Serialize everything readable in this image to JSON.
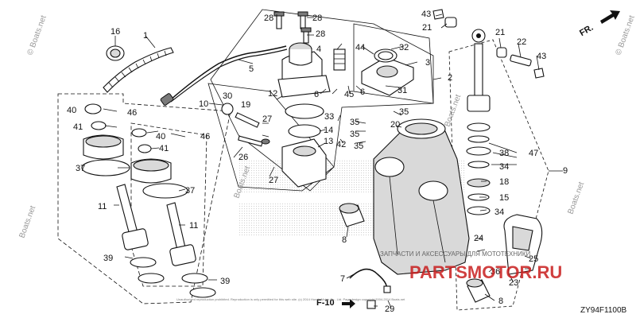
{
  "diagram": {
    "code": "ZY94F1100B",
    "section_ref": "F-10",
    "direction": "FR.",
    "watermarks": {
      "site": "© Boats.net",
      "site_short": "Boats.net",
      "shop_text": "ЗАПЧАСТИ И АКСЕССУАРЫ ДЛЯ МОТОТЕХНИКИ",
      "shop_brand": "PARTSMOTOR.RU",
      "copyright": "Unauthorized reproduction prohibited. Reproduction is only permitted for this web site. (c) 2014 Honda Motor Co., Ltd. Page design copyright 2004-2014 Boats.net"
    },
    "callouts": [
      "1",
      "2",
      "3",
      "4",
      "5",
      "6",
      "6",
      "7",
      "8",
      "8",
      "9",
      "10",
      "11",
      "11",
      "12",
      "13",
      "14",
      "15",
      "16",
      "18",
      "19",
      "20",
      "21",
      "21",
      "22",
      "23",
      "24",
      "25",
      "26",
      "27",
      "27",
      "28",
      "28",
      "28",
      "29",
      "30",
      "31",
      "32",
      "33",
      "34",
      "34",
      "35",
      "35",
      "35",
      "35",
      "36",
      "37",
      "37",
      "38",
      "39",
      "39",
      "40",
      "40",
      "41",
      "41",
      "42",
      "43",
      "43",
      "44",
      "45",
      "46",
      "46",
      "47"
    ]
  }
}
